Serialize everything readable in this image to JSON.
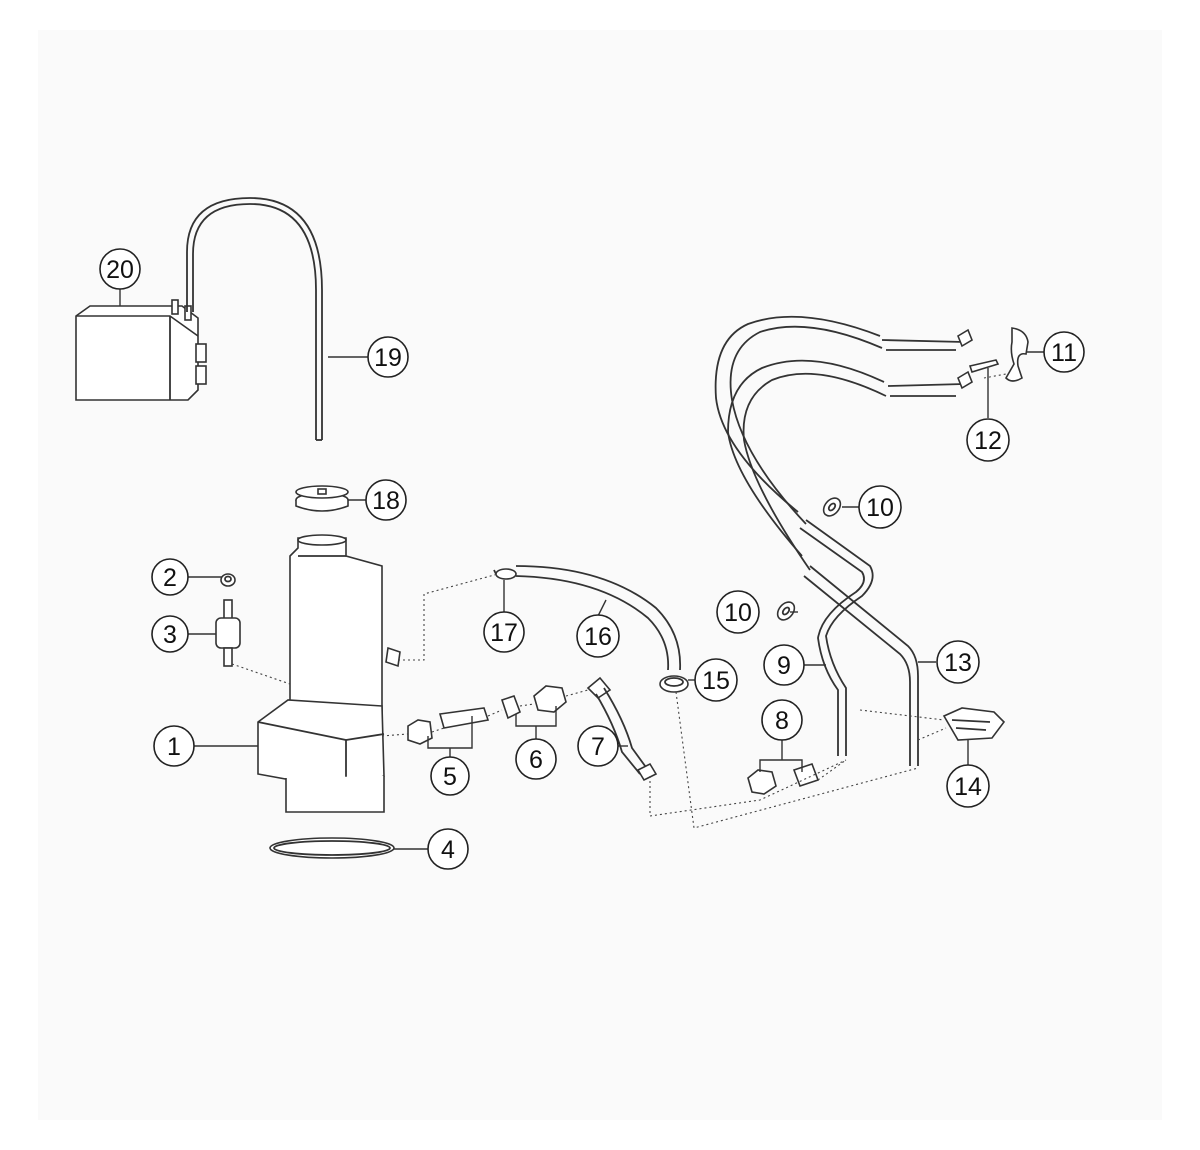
{
  "callouts": {
    "c1": "1",
    "c2": "2",
    "c3": "3",
    "c4": "4",
    "c5": "5",
    "c6": "6",
    "c7": "7",
    "c8": "8",
    "c9": "9",
    "c10a": "10",
    "c10b": "10",
    "c11": "11",
    "c12": "12",
    "c13": "13",
    "c14": "14",
    "c15": "15",
    "c16": "16",
    "c17": "17",
    "c18": "18",
    "c19": "19",
    "c20": "20"
  }
}
